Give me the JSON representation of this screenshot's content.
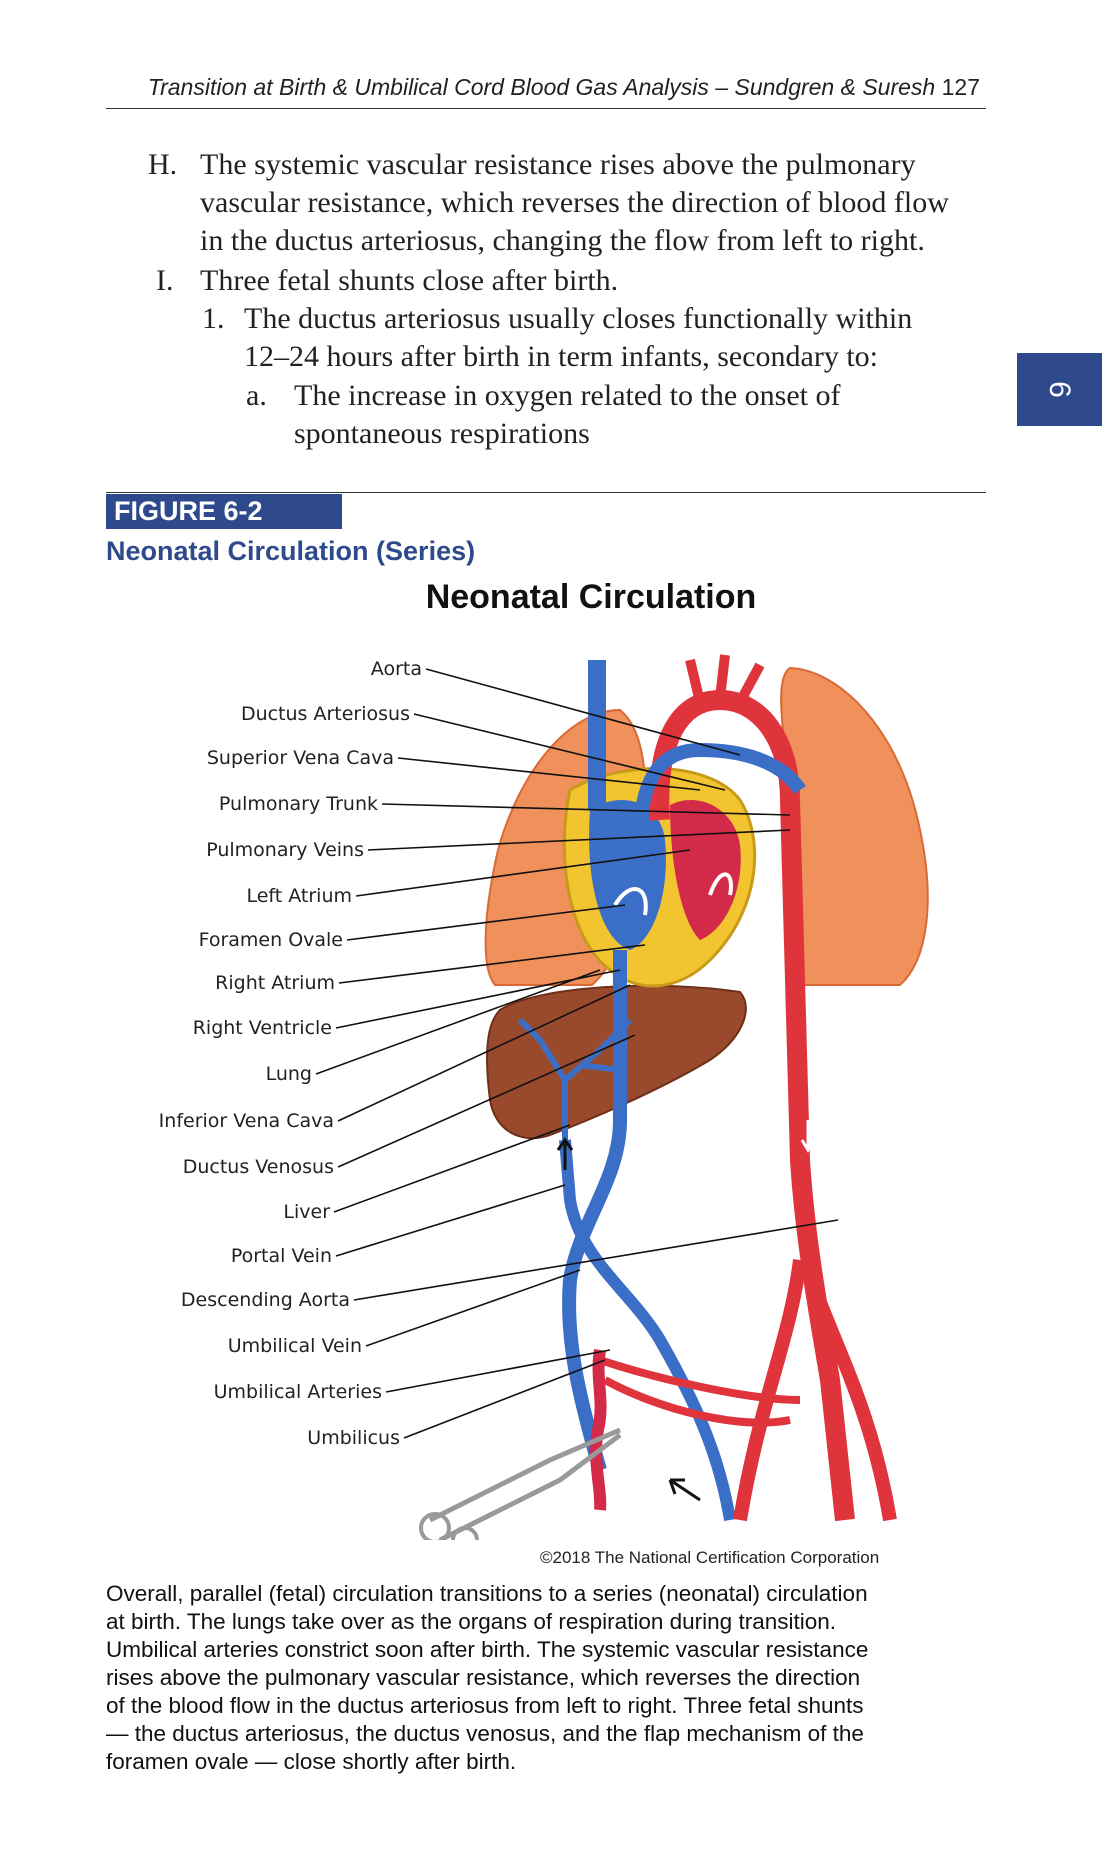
{
  "running_head": {
    "title": "Transition at Birth & Umbilical Cord Blood Gas Analysis – Sundgren & Suresh",
    "page_number": "127"
  },
  "chapter_tab": "6",
  "outline": [
    {
      "marker": "H.",
      "lines": [
        "The systemic vascular resistance rises above the pulmonary",
        "vascular resistance, which reverses the direction of blood flow",
        "in the ductus arteriosus, changing the flow from left to right."
      ]
    },
    {
      "marker": "I.",
      "lines": [
        "Three fetal shunts close after birth."
      ]
    },
    {
      "marker": "1.",
      "lines": [
        "The ductus arteriosus usually closes functionally within",
        "12–24 hours after birth in term infants, secondary to:"
      ]
    },
    {
      "marker": "a.",
      "lines": [
        "The increase in oxygen related to the onset of",
        "spontaneous respirations"
      ]
    }
  ],
  "figure": {
    "label": "FIGURE 6-2",
    "title": "Neonatal Circulation (Series)",
    "diagram_title": "Neonatal Circulation",
    "labels": [
      "Aorta",
      "Ductus Arteriosus",
      "Superior Vena Cava",
      "Pulmonary Trunk",
      "Pulmonary Veins",
      "Left Atrium",
      "Foramen Ovale",
      "Right Atrium",
      "Right Ventricle",
      "Lung",
      "Inferior Vena Cava",
      "Ductus Venosus",
      "Liver",
      "Portal Vein",
      "Descending Aorta",
      "Umbilical Vein",
      "Umbilical Arteries",
      "Umbilicus"
    ],
    "credit": "©2018 The National Certification Corporation",
    "colors": {
      "artery": "#e0343c",
      "vein": "#3b6fc7",
      "lung": "#f0905a",
      "liver": "#9a4a2c",
      "heart_yellow": "#f2c430"
    }
  },
  "caption_lines": [
    "Overall, parallel (fetal) circulation transitions to a series (neonatal) circulation",
    "at birth. The lungs take over as the organs of respiration during transition.",
    "Umbilical arteries constrict soon after birth. The systemic vascular resistance",
    "rises above the pulmonary vascular resistance, which reverses the direction",
    "of the blood flow in the ductus arteriosus from left to right. Three fetal shunts",
    "— the ductus arteriosus, the ductus venosus, and the flap mechanism of the",
    "foramen ovale — close shortly after birth."
  ]
}
